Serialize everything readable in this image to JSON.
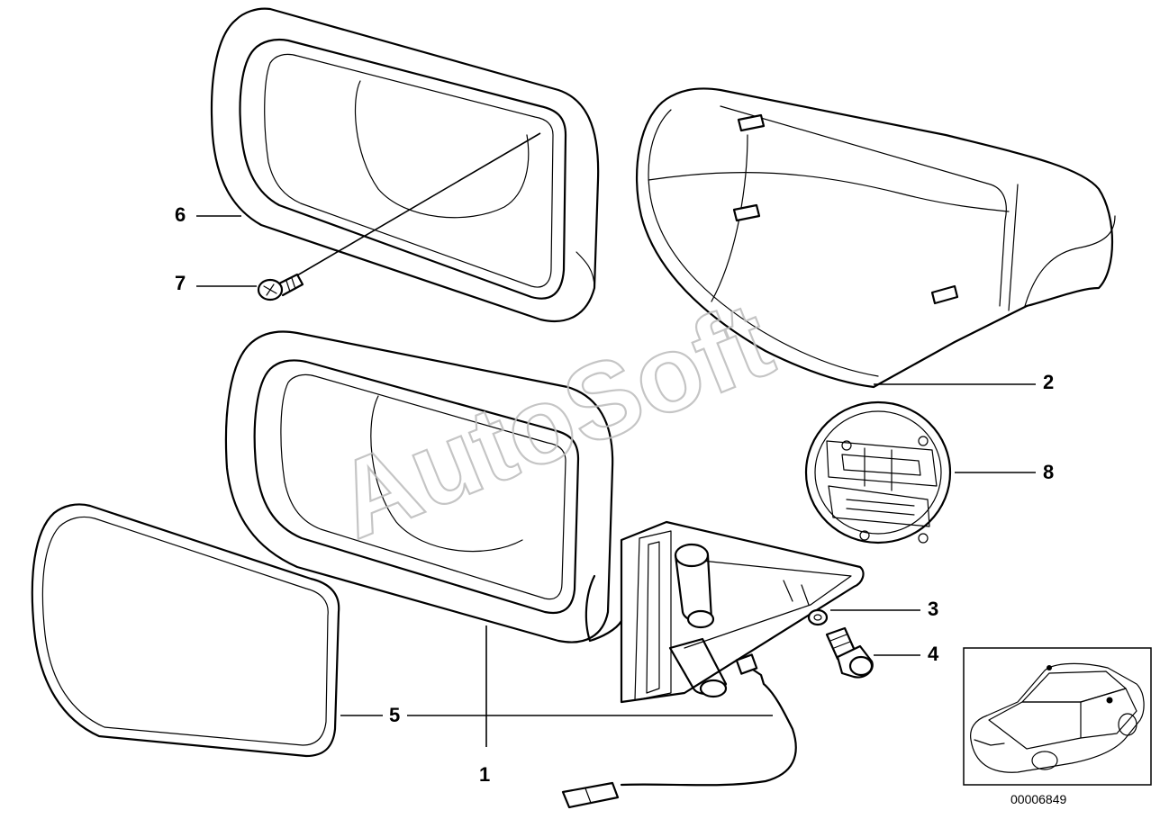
{
  "diagram": {
    "callouts": [
      "1",
      "2",
      "3",
      "4",
      "5",
      "6",
      "7",
      "8"
    ],
    "reference_number": "00006849",
    "watermark": "AutoSoft"
  }
}
